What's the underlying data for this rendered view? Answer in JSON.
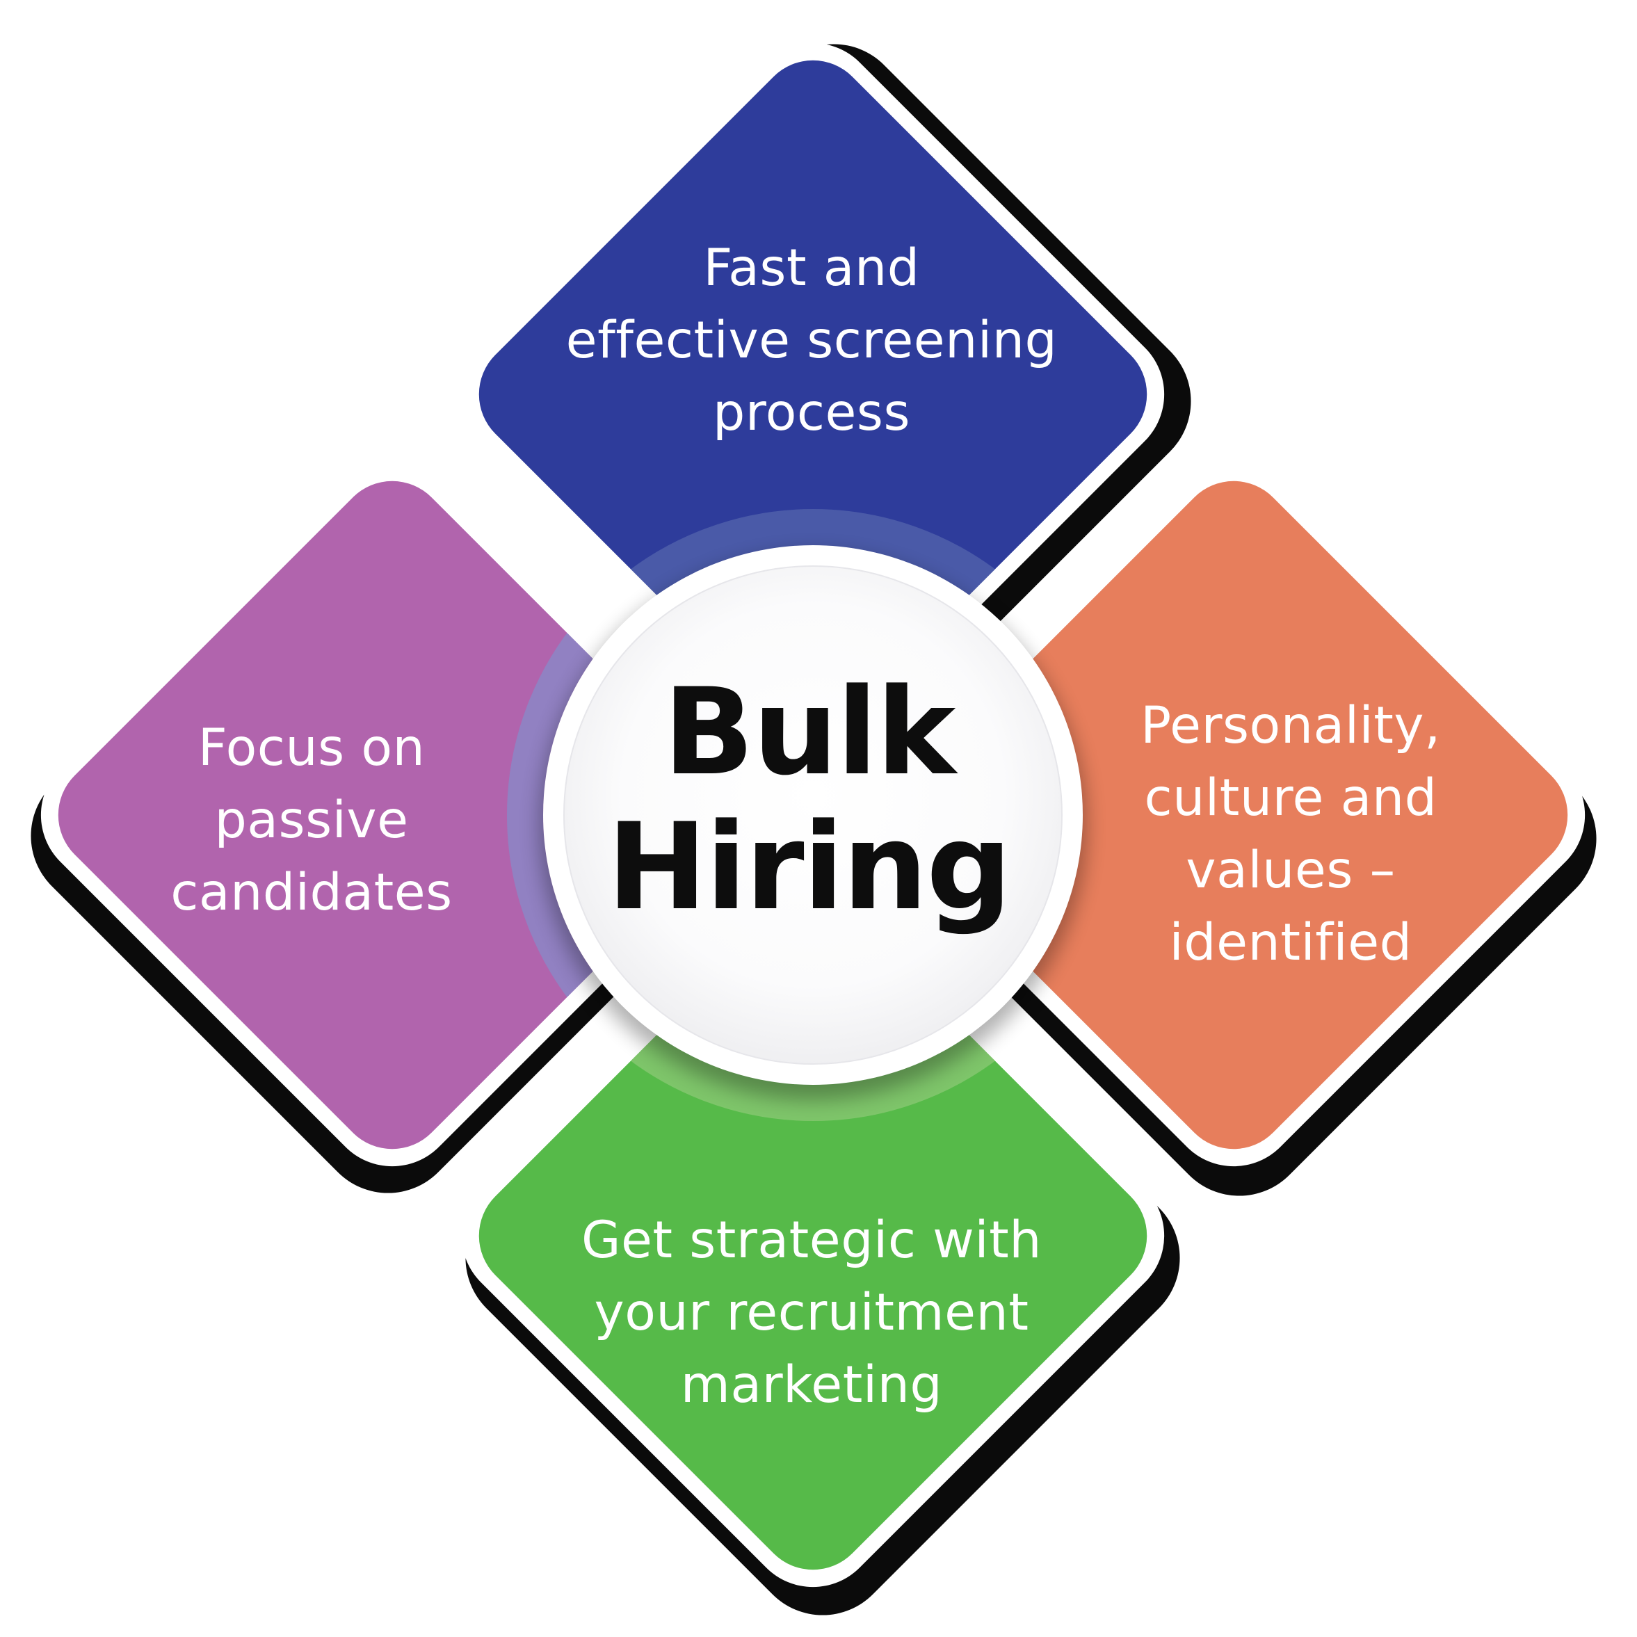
{
  "title": {
    "lines": [
      "Bulk",
      "Hiring"
    ],
    "color": "#0d0d0d"
  },
  "cards": {
    "top": {
      "lines": [
        "Fast and",
        "effective screening",
        "process"
      ],
      "fill": "#2E3C9B",
      "arc": "#4A5AA8",
      "text_color": "#ffffff"
    },
    "right": {
      "lines": [
        "Personality,",
        "culture and",
        "values –",
        "identified"
      ],
      "fill": "#E77E5C",
      "text_color": "#ffffff"
    },
    "bottom": {
      "lines": [
        "Get strategic with",
        "your recruitment",
        "marketing"
      ],
      "fill": "#56BA49",
      "arc": "#7EC56A",
      "text_color": "#ffffff"
    },
    "left": {
      "lines": [
        "Focus on",
        "passive",
        "candidates"
      ],
      "fill": "#B164AD",
      "arc": "#9181C2",
      "text_color": "#ffffff"
    }
  },
  "shadow_color": "#0b0b0b",
  "border_color": "#ffffff",
  "circle": {
    "fill": "#ffffff",
    "inner_edge": "#e9e9ec"
  },
  "background": "#ffffff"
}
